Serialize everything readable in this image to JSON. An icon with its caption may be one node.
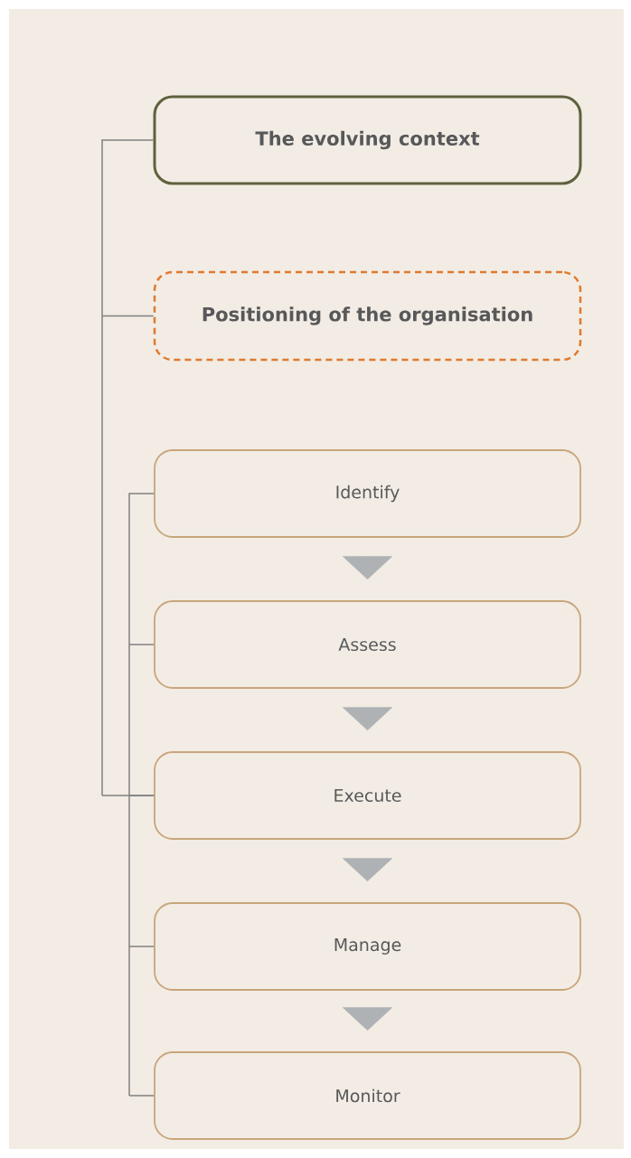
{
  "diagram": {
    "nodes": [
      {
        "text": [
          "The evolving context"
        ]
      },
      {
        "text": [
          "Positioning of the organisation"
        ]
      },
      {
        "text": [
          "Identify"
        ]
      },
      {
        "text": [
          "Assess"
        ]
      },
      {
        "text": [
          "Execute"
        ]
      },
      {
        "text": [
          "Manage"
        ]
      },
      {
        "text": [
          "Monitor"
        ]
      }
    ],
    "edges": [
      {
        "from": 2,
        "to": 3,
        "arrow": "to"
      },
      {
        "from": 3,
        "to": 4,
        "arrow": "to"
      },
      {
        "from": 4,
        "to": 5,
        "arrow": "to"
      },
      {
        "from": 5,
        "to": 6,
        "arrow": "to"
      },
      {
        "from": 0,
        "to": 1,
        "arrow": "none"
      },
      {
        "from": 0,
        "to": 4,
        "arrow": "none"
      },
      {
        "from": 2,
        "to": 3,
        "arrow": "none"
      },
      {
        "from": 2,
        "to": 4,
        "arrow": "none"
      },
      {
        "from": 2,
        "to": 5,
        "arrow": "none"
      },
      {
        "from": 2,
        "to": 6,
        "arrow": "none"
      }
    ]
  }
}
